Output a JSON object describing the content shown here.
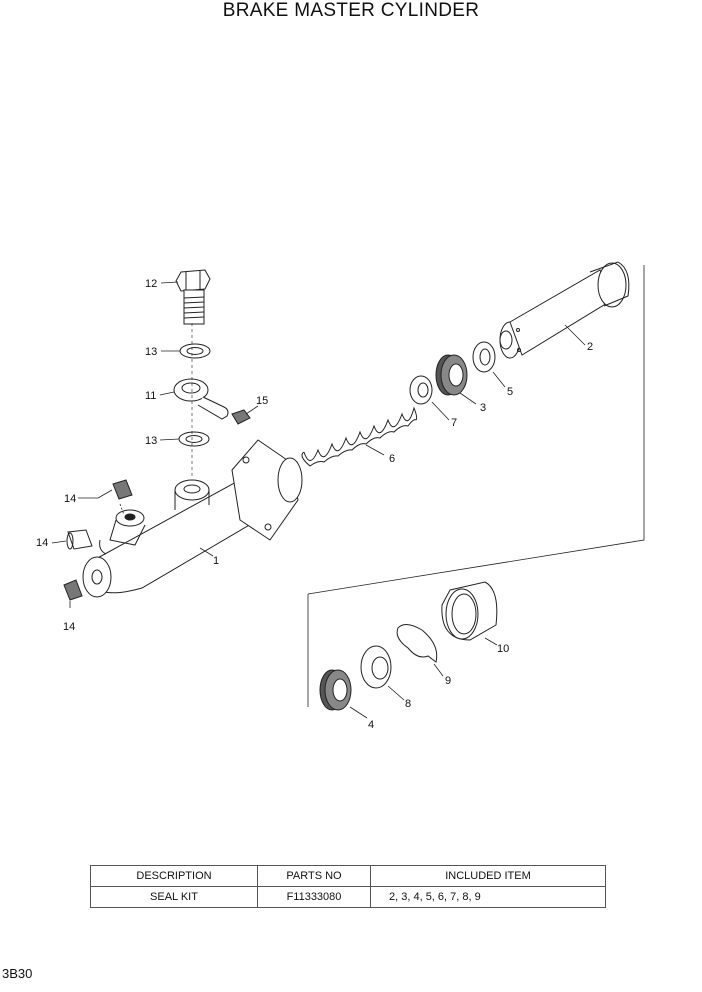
{
  "title": "BRAKE MASTER CYLINDER",
  "page_id": "3B30",
  "callouts": {
    "c1": "1",
    "c2": "2",
    "c3": "3",
    "c4": "4",
    "c5": "5",
    "c6": "6",
    "c7": "7",
    "c8": "8",
    "c9": "9",
    "c10": "10",
    "c11": "11",
    "c12": "12",
    "c13a": "13",
    "c13b": "13",
    "c14a": "14",
    "c14b": "14",
    "c14c": "14",
    "c15": "15"
  },
  "table": {
    "headers": [
      "DESCRIPTION",
      "PARTS NO",
      "INCLUDED ITEM"
    ],
    "rows": [
      [
        "SEAL KIT",
        "F11333080",
        "2, 3, 4, 5, 6, 7, 8, 9"
      ]
    ]
  }
}
